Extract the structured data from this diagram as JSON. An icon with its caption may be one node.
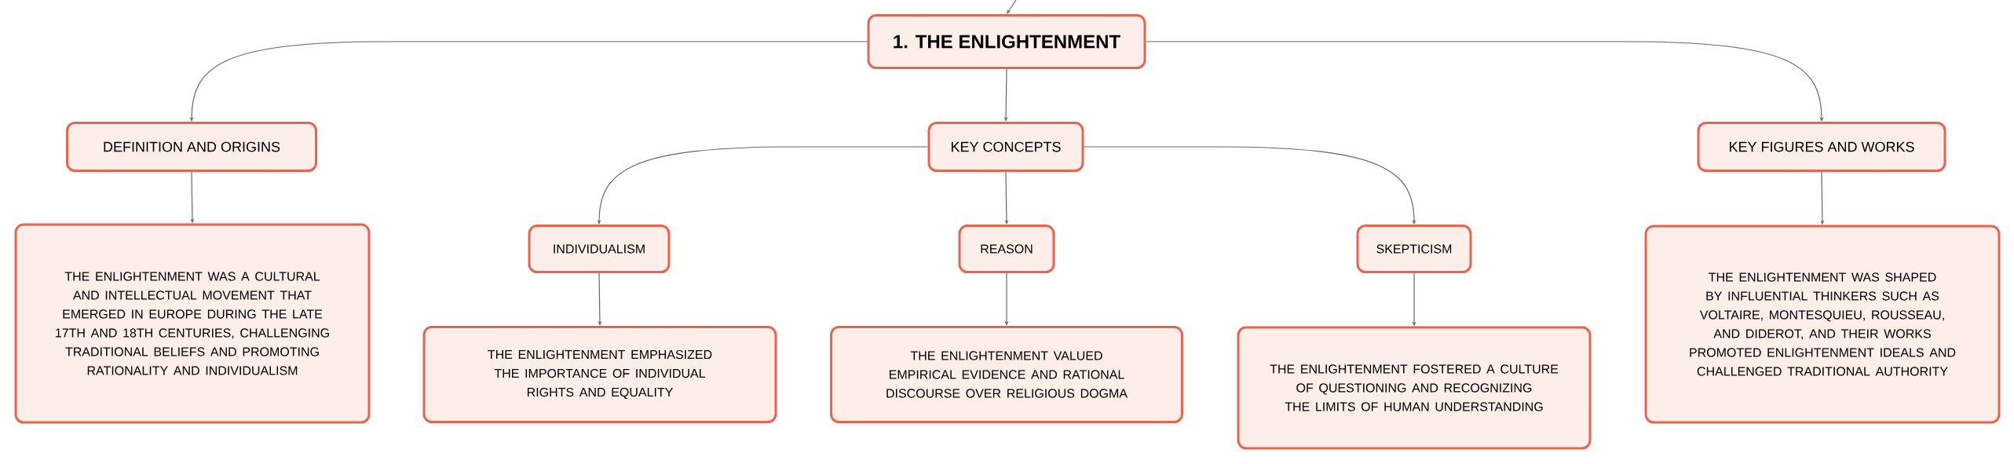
{
  "diagram": {
    "nodes": [
      {
        "text": [
          "1. THE ENLIGHTENMENT"
        ]
      },
      {
        "text": [
          "DEFINITION AND ORIGINS"
        ]
      },
      {
        "text": [
          "KEY CONCEPTS"
        ]
      },
      {
        "text": [
          "KEY FIGURES AND WORKS"
        ]
      },
      {
        "text": [
          "THE ENLIGHTENMENT WAS A CULTURAL AND INTELLECTUAL MOVEMENT THAT EMERGED IN EUROPE DURING THE LATE 17TH AND 18TH CENTURIES, CHALLENGING TRADITIONAL BELIEFS AND PROMOTING RATIONALITY AND INDIVIDUALISM"
        ]
      },
      {
        "text": [
          "INDIVIDUALISM"
        ]
      },
      {
        "text": [
          "REASON"
        ]
      },
      {
        "text": [
          "SKEPTICISM"
        ]
      },
      {
        "text": [
          "THE ENLIGHTENMENT EMPHASIZED THE IMPORTANCE OF INDIVIDUAL RIGHTS AND EQUALITY"
        ]
      },
      {
        "text": [
          "THE ENLIGHTENMENT VALUED EMPIRICAL EVIDENCE AND RATIONAL DISCOURSE OVER RELIGIOUS DOGMA"
        ]
      },
      {
        "text": [
          "THE ENLIGHTENMENT FOSTERED A CULTURE OF QUESTIONING AND RECOGNIZING THE LIMITS OF HUMAN UNDERSTANDING"
        ]
      },
      {
        "text": [
          "THE ENLIGHTENMENT WAS SHAPED BY INFLUENTIAL THINKERS SUCH AS VOLTAIRE, MONTESQUIEU, ROUSSEAU, AND DIDEROT, AND THEIR WORKS PROMOTED ENLIGHTENMENT IDEALS AND CHALLENGED TRADITIONAL AUTHORITY"
        ]
      }
    ],
    "edges": [
      {
        "from": null,
        "to": 0,
        "arrow": "to"
      },
      {
        "from": 0,
        "to": 1,
        "arrow": "to"
      },
      {
        "from": 0,
        "to": 2,
        "arrow": "to"
      },
      {
        "from": 0,
        "to": 3,
        "arrow": "to"
      },
      {
        "from": 1,
        "to": 4,
        "arrow": "to"
      },
      {
        "from": 2,
        "to": 5,
        "arrow": "to"
      },
      {
        "from": 2,
        "to": 6,
        "arrow": "to"
      },
      {
        "from": 2,
        "to": 7,
        "arrow": "to"
      },
      {
        "from": 3,
        "to": 11,
        "arrow": "to"
      },
      {
        "from": 5,
        "to": 8,
        "arrow": "to"
      },
      {
        "from": 6,
        "to": 9,
        "arrow": "to"
      },
      {
        "from": 7,
        "to": 10,
        "arrow": "to"
      }
    ]
  }
}
